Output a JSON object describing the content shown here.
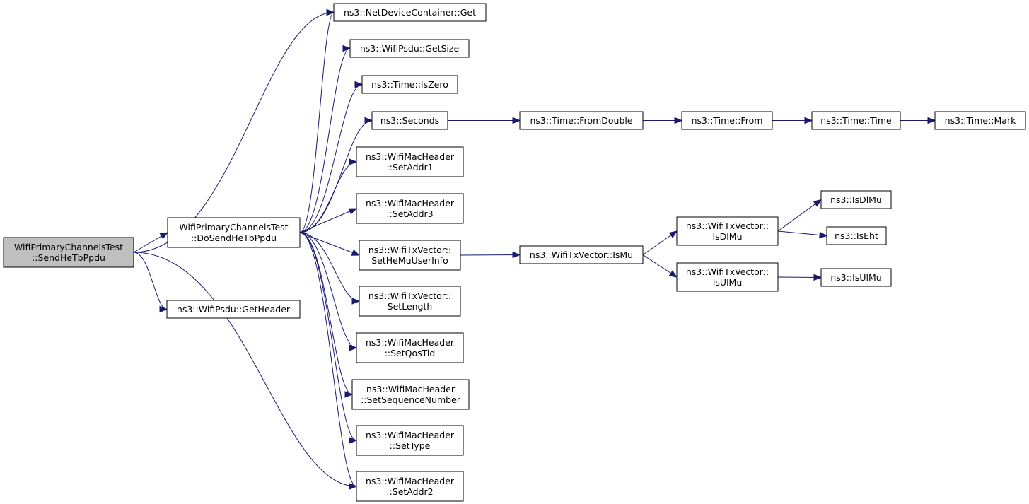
{
  "diagram": {
    "colors": {
      "edge": "#191970",
      "root_fill": "#bfbfbf",
      "node_fill": "#ffffff",
      "node_border": "#000000"
    },
    "nodes": [
      {
        "id": "root",
        "lines": [
          "WifiPrimaryChannelsTest",
          "::SendHeTbPpdu"
        ],
        "root": true
      },
      {
        "id": "dosend",
        "lines": [
          "WifiPrimaryChannelsTest",
          "::DoSendHeTbPpdu"
        ]
      },
      {
        "id": "getheader",
        "lines": [
          "ns3::WifiPsdu::GetHeader"
        ]
      },
      {
        "id": "ndcget",
        "lines": [
          "ns3::NetDeviceContainer::Get"
        ]
      },
      {
        "id": "getsize",
        "lines": [
          "ns3::WifiPsdu::GetSize"
        ]
      },
      {
        "id": "iszero",
        "lines": [
          "ns3::Time::IsZero"
        ]
      },
      {
        "id": "seconds",
        "lines": [
          "ns3::Seconds"
        ]
      },
      {
        "id": "setaddr1",
        "lines": [
          "ns3::WifiMacHeader",
          "::SetAddr1"
        ]
      },
      {
        "id": "setaddr3",
        "lines": [
          "ns3::WifiMacHeader",
          "::SetAddr3"
        ]
      },
      {
        "id": "sethemu",
        "lines": [
          "ns3::WifiTxVector::",
          "SetHeMuUserInfo"
        ]
      },
      {
        "id": "setlength",
        "lines": [
          "ns3::WifiTxVector::",
          "SetLength"
        ]
      },
      {
        "id": "setqostid",
        "lines": [
          "ns3::WifiMacHeader",
          "::SetQosTid"
        ]
      },
      {
        "id": "setseq",
        "lines": [
          "ns3::WifiMacHeader",
          "::SetSequenceNumber"
        ]
      },
      {
        "id": "settype",
        "lines": [
          "ns3::WifiMacHeader",
          "::SetType"
        ]
      },
      {
        "id": "setaddr2",
        "lines": [
          "ns3::WifiMacHeader",
          "::SetAddr2"
        ]
      },
      {
        "id": "fromdouble",
        "lines": [
          "ns3::Time::FromDouble"
        ]
      },
      {
        "id": "from",
        "lines": [
          "ns3::Time::From"
        ]
      },
      {
        "id": "time",
        "lines": [
          "ns3::Time::Time"
        ]
      },
      {
        "id": "mark",
        "lines": [
          "ns3::Time::Mark"
        ]
      },
      {
        "id": "ismu",
        "lines": [
          "ns3::WifiTxVector::IsMu"
        ]
      },
      {
        "id": "txisdlmu",
        "lines": [
          "ns3::WifiTxVector::",
          "IsDlMu"
        ]
      },
      {
        "id": "txisulmu",
        "lines": [
          "ns3::WifiTxVector::",
          "IsUlMu"
        ]
      },
      {
        "id": "isdlmu",
        "lines": [
          "ns3::IsDlMu"
        ]
      },
      {
        "id": "iseht",
        "lines": [
          "ns3::IsEht"
        ]
      },
      {
        "id": "isulmu",
        "lines": [
          "ns3::IsUlMu"
        ]
      }
    ],
    "edges": [
      [
        "root",
        "ndcget"
      ],
      [
        "root",
        "dosend"
      ],
      [
        "root",
        "getheader"
      ],
      [
        "root",
        "setaddr2"
      ],
      [
        "dosend",
        "ndcget"
      ],
      [
        "dosend",
        "getsize"
      ],
      [
        "dosend",
        "iszero"
      ],
      [
        "dosend",
        "seconds"
      ],
      [
        "dosend",
        "setaddr1"
      ],
      [
        "dosend",
        "setaddr3"
      ],
      [
        "dosend",
        "sethemu"
      ],
      [
        "dosend",
        "setlength"
      ],
      [
        "dosend",
        "setqostid"
      ],
      [
        "dosend",
        "setseq"
      ],
      [
        "dosend",
        "settype"
      ],
      [
        "dosend",
        "setaddr2"
      ],
      [
        "seconds",
        "fromdouble"
      ],
      [
        "fromdouble",
        "from"
      ],
      [
        "from",
        "time"
      ],
      [
        "time",
        "mark"
      ],
      [
        "sethemu",
        "ismu"
      ],
      [
        "ismu",
        "txisdlmu"
      ],
      [
        "ismu",
        "txisulmu"
      ],
      [
        "txisdlmu",
        "isdlmu"
      ],
      [
        "txisdlmu",
        "iseht"
      ],
      [
        "txisulmu",
        "isulmu"
      ]
    ]
  }
}
